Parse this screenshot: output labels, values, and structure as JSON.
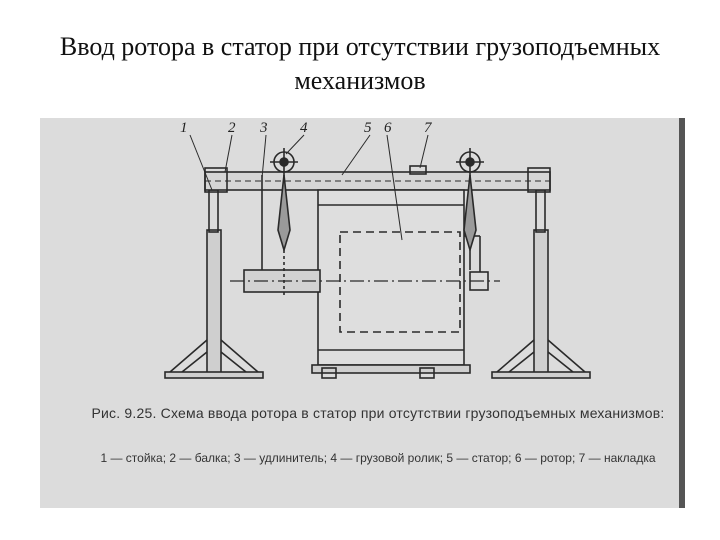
{
  "slide": {
    "title": "Ввод ротора в статор при отсутствии грузоподъемных механизмов"
  },
  "figure": {
    "labels": [
      "1",
      "2",
      "3",
      "4",
      "5",
      "6",
      "7"
    ],
    "caption": "Рис. 9.25. Схема ввода ротора в статор при отсутствии грузоподъемных механизмов:",
    "legend": "1 — стойка; 2 — балка; 3 — удлинитель; 4 — грузовой ролик; 5 — статор; 6 — ротор; 7 — накладка"
  },
  "colors": {
    "scan_background": "#dcdcdc",
    "ink": "#2a2a2a"
  }
}
